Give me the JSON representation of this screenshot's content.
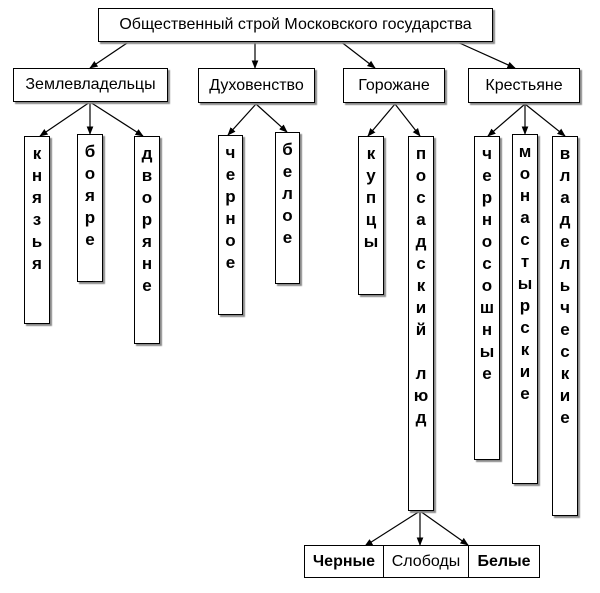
{
  "title": "Общественный строй Московского государства",
  "groups": [
    {
      "label": "Землевладельцы",
      "children": [
        "князья",
        "бояре",
        "дворяне"
      ]
    },
    {
      "label": "Духовенство",
      "children": [
        "черное",
        "белое"
      ]
    },
    {
      "label": "Горожане",
      "children": [
        "купцы",
        "посадский люд"
      ]
    },
    {
      "label": "Крестьяне",
      "children": [
        "черносошные",
        "монастырские",
        "владельческие"
      ]
    }
  ],
  "bottom": {
    "left": "Черные",
    "middle": "Слободы",
    "right": "Белые"
  }
}
